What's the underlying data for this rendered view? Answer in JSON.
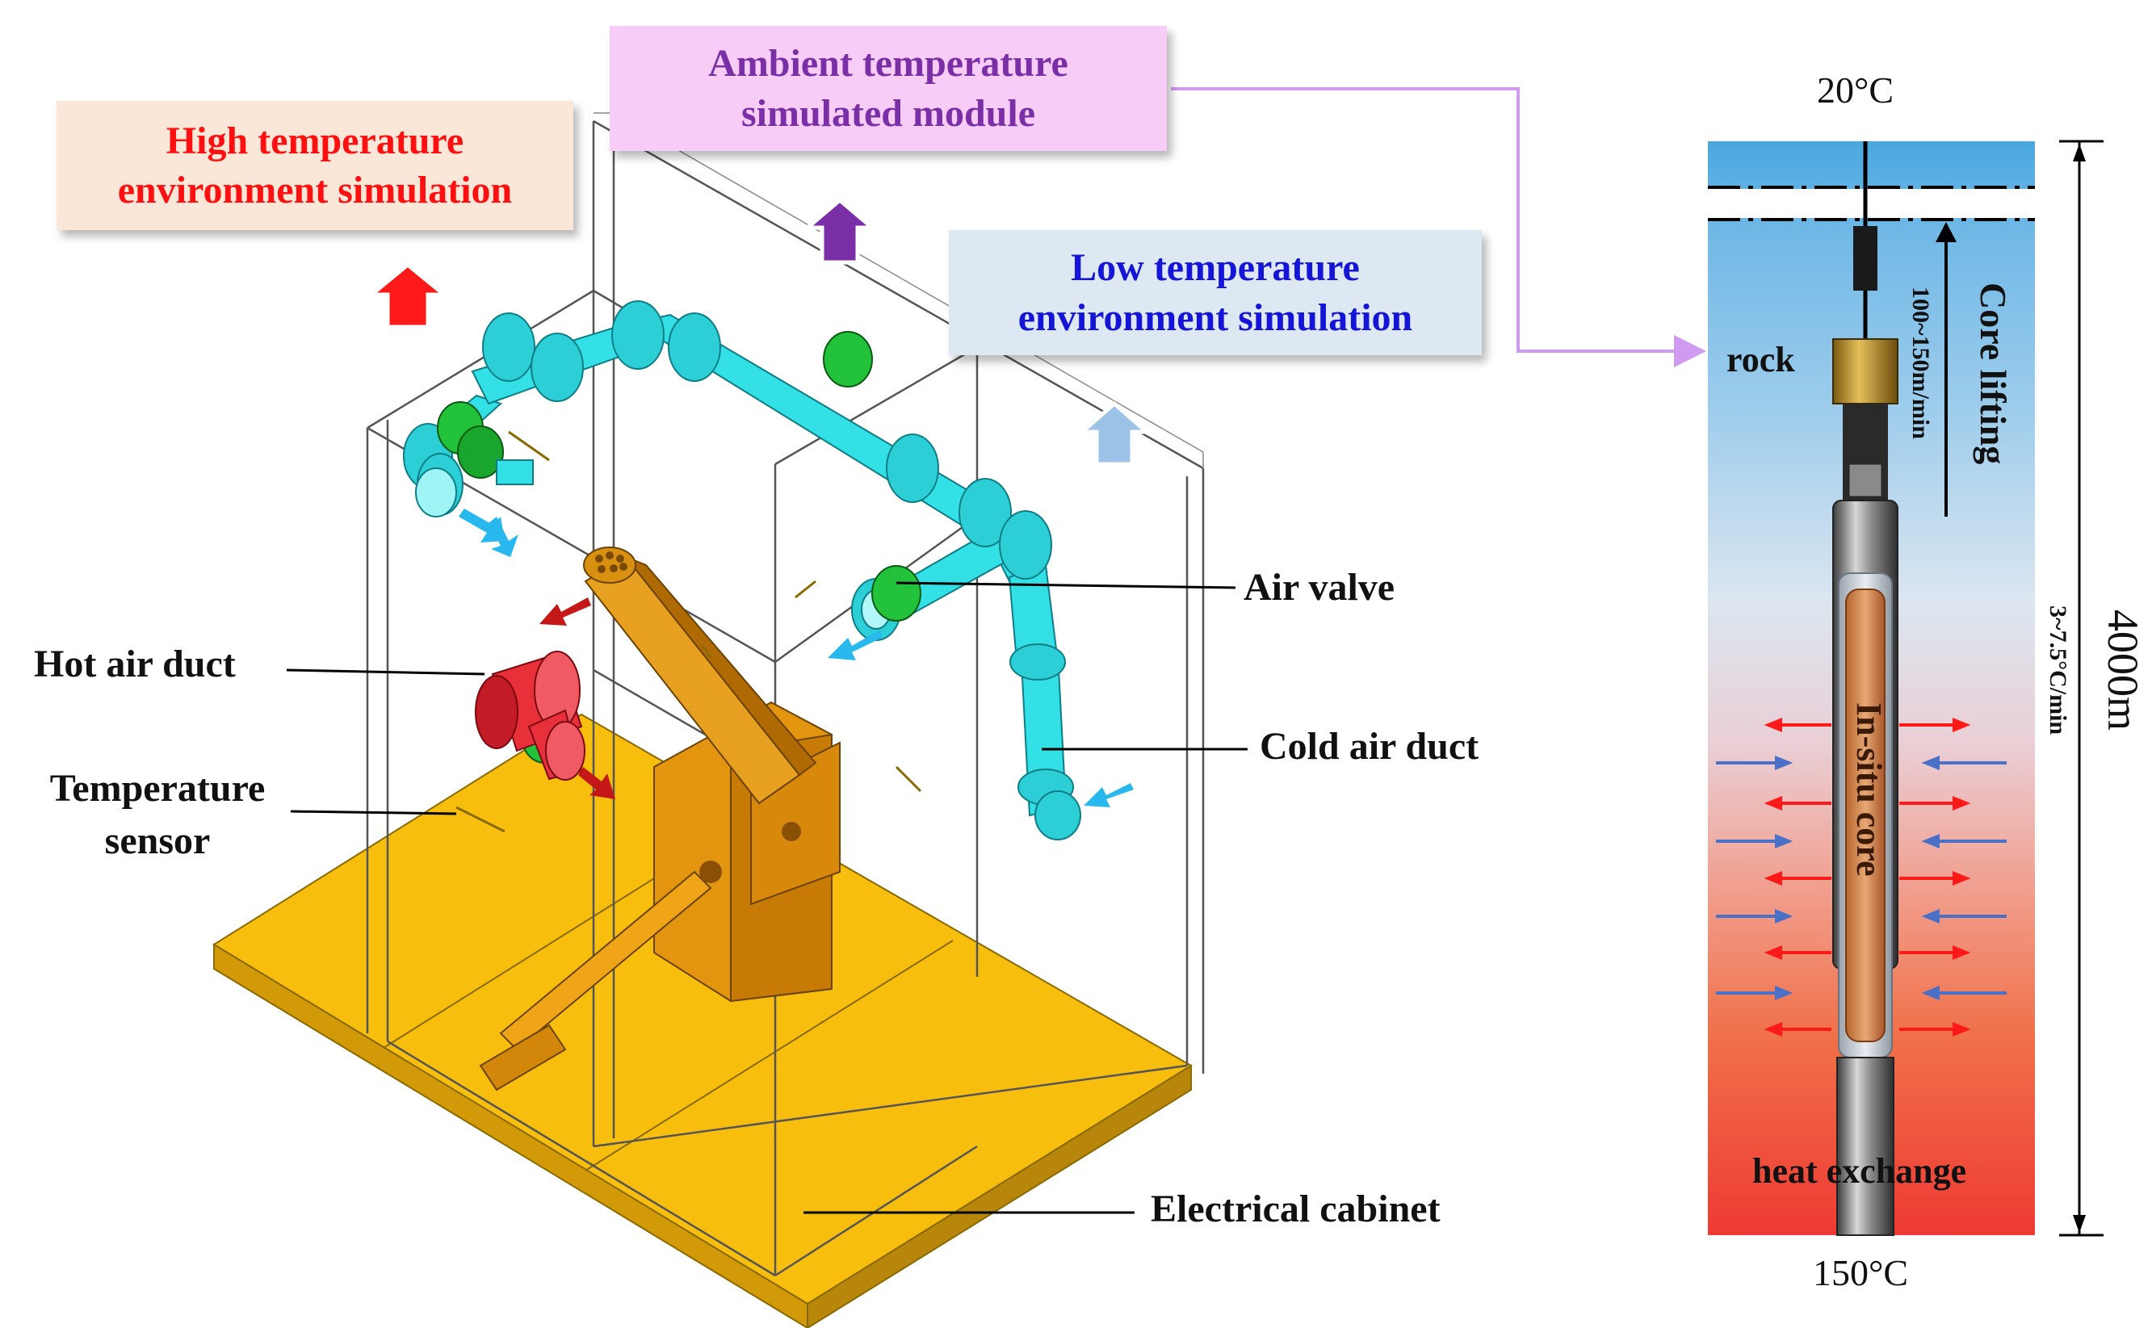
{
  "boxes": {
    "high": {
      "line1": "High temperature",
      "line2": "environment simulation",
      "color": "#ff1010",
      "bg": "#fbe7d8"
    },
    "ambient": {
      "line1": "Ambient temperature",
      "line2": "simulated module",
      "color": "#7a2fa6",
      "bg": "#f7cdf8"
    },
    "low": {
      "line1": "Low temperature",
      "line2": "environment simulation",
      "color": "#1515d8",
      "bg": "#dde8f3"
    }
  },
  "labels": {
    "hot_air_duct": "Hot air duct",
    "temperature_sensor_1": "Temperature",
    "temperature_sensor_2": "sensor",
    "air_valve": "Air valve",
    "cold_air_duct": "Cold air duct",
    "electrical_cabinet": "Electrical cabinet"
  },
  "borehole": {
    "top_temp": "20°C",
    "bottom_temp": "150°C",
    "depth": "4000m",
    "rock": "rock",
    "core_lifting": "Core lifting",
    "lift_speed": "100~150m/min",
    "core": "In-situ core",
    "heat_exchange": "heat exchange",
    "cooling_rate": "3~7.5°C/min"
  },
  "colors": {
    "pipe_cyan": "#33e0e6",
    "pipe_red": "#e8303a",
    "valve_green": "#22c23a",
    "base_yellow": "#f7be0e",
    "machine_orange": "#e39510",
    "arrow_red": "#ff1a1a",
    "arrow_purple": "#7a2fa6",
    "arrow_lightblue": "#9cc2e8",
    "arrow_cyan": "#28b8ee",
    "arrow_darkred": "#c41818",
    "connector": "#cf9af0"
  }
}
